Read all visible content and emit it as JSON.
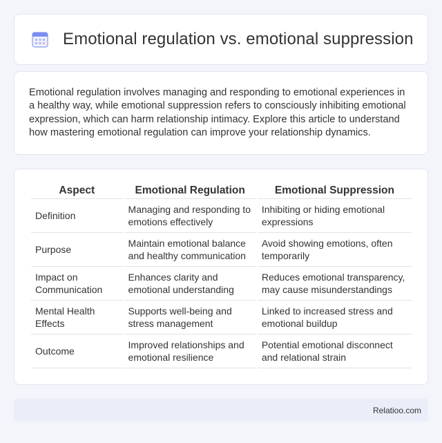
{
  "header": {
    "icon": "calendar-icon",
    "title": "Emotional regulation vs. emotional suppression"
  },
  "intro": {
    "text": "Emotional regulation involves managing and responding to emotional experiences in a healthy way, while emotional suppression refers to consciously inhibiting emotional expression, which can harm relationship intimacy. Explore this article to understand how mastering emotional regulation can improve your relationship dynamics."
  },
  "table": {
    "headers": [
      "Aspect",
      "Emotional Regulation",
      "Emotional Suppression"
    ],
    "rows": [
      [
        "Definition",
        "Managing and responding to emotions effectively",
        "Inhibiting or hiding emotional expressions"
      ],
      [
        "Purpose",
        "Maintain emotional balance and healthy communication",
        "Avoid showing emotions, often temporarily"
      ],
      [
        "Impact on Communication",
        "Enhances clarity and emotional understanding",
        "Reduces emotional transparency, may cause misunderstandings"
      ],
      [
        "Mental Health Effects",
        "Supports well-being and stress management",
        "Linked to increased stress and emotional buildup"
      ],
      [
        "Outcome",
        "Improved relationships and emotional resilience",
        "Potential emotional disconnect and relational strain"
      ]
    ]
  },
  "footer": {
    "brand": "Relatioo.com"
  },
  "colors": {
    "background": "#f3f5fa",
    "card": "#ffffff",
    "footer": "#e9eef8",
    "icon_accent": "#7b8cf0"
  }
}
